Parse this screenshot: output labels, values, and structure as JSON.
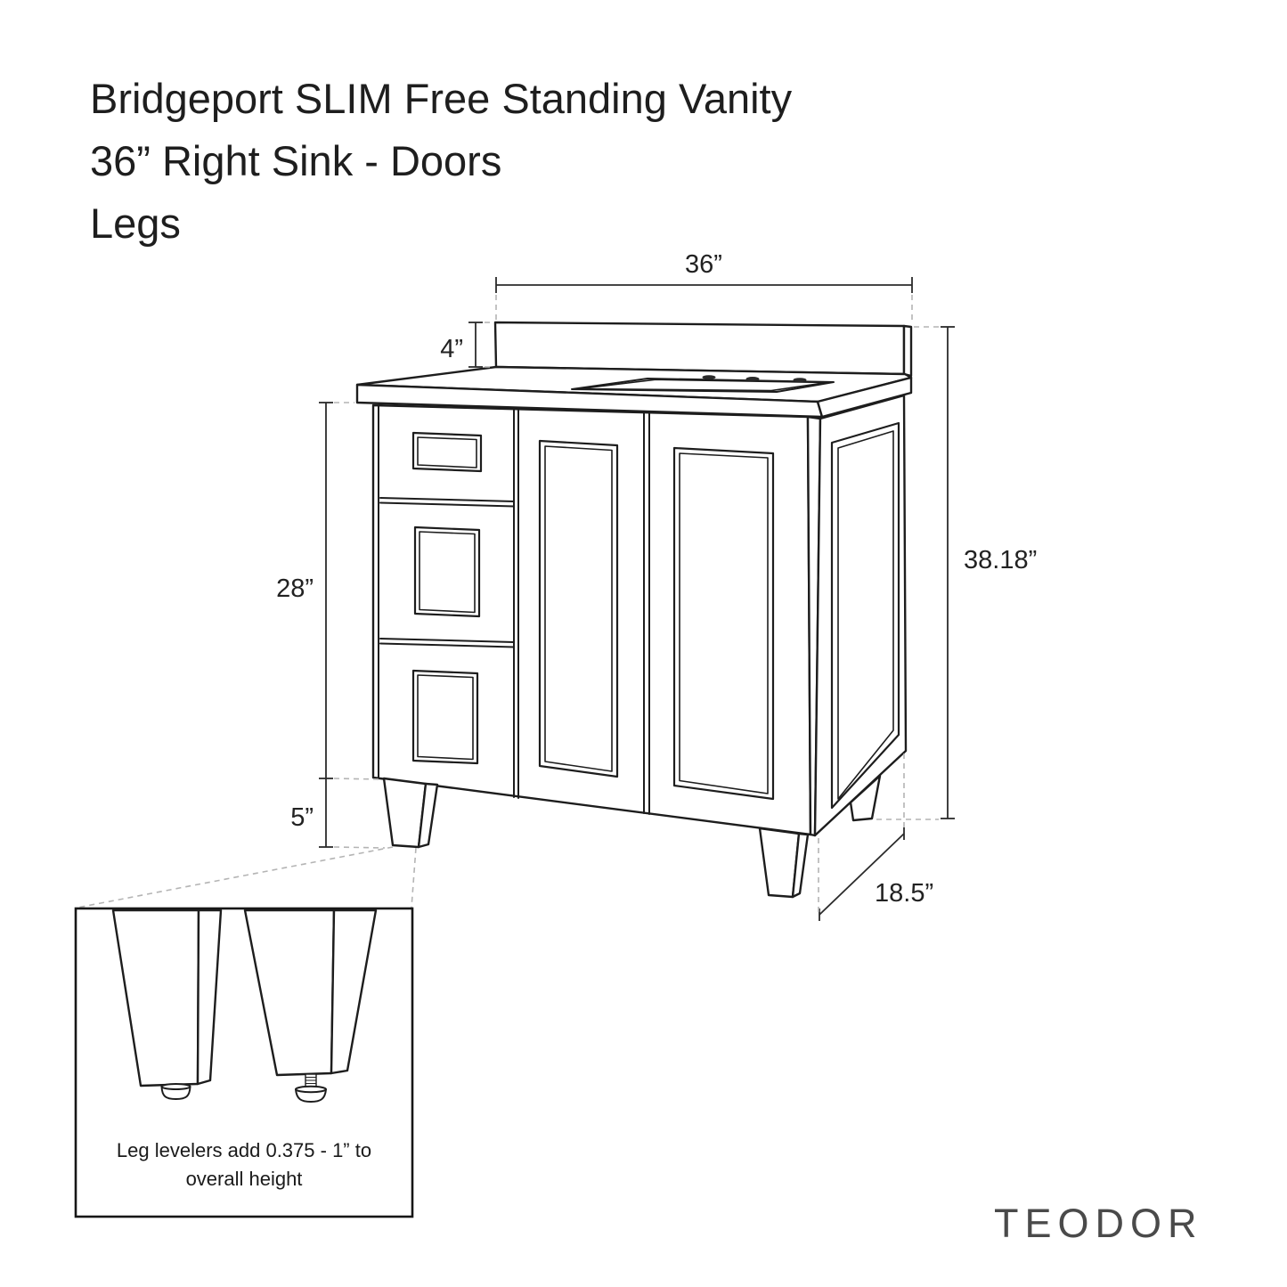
{
  "title": {
    "line1": "Bridgeport SLIM Free Standing Vanity",
    "line2": "36” Right Sink - Doors",
    "line3": "Legs"
  },
  "dimensions": {
    "overall_width": "36”",
    "backsplash_height": "4”",
    "cabinet_height": "28”",
    "leg_height": "5”",
    "overall_height": "38.18”",
    "depth": "18.5”"
  },
  "inset": {
    "caption_line1": "Leg levelers add 0.375 - 1” to",
    "caption_line2": "overall height"
  },
  "brand": {
    "name": "TEODOR"
  },
  "colors": {
    "line": "#1d1d1d",
    "dashed": "#b4b4b4",
    "background": "#ffffff"
  }
}
